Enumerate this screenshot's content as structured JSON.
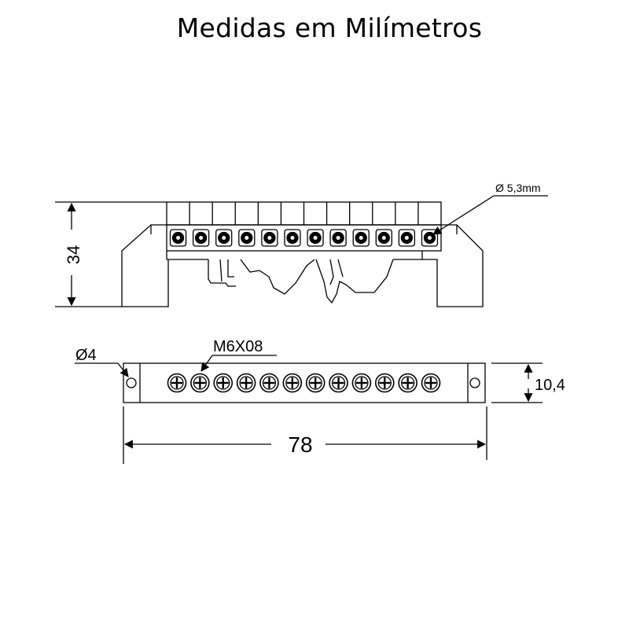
{
  "title": "Medidas em Milímetros",
  "front_view": {
    "height_label": "34",
    "hole_label": "Ø 5,3mm",
    "terminal_count": 12
  },
  "top_view": {
    "mount_hole_label": "Ø4",
    "screw_label": "M6X08",
    "width_label": "10,4",
    "length_label": "78",
    "screw_count": 12
  }
}
